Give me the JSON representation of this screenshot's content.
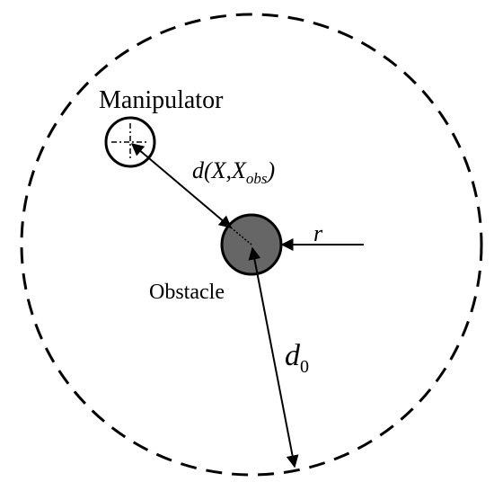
{
  "labels": {
    "manipulator": "Manipulator",
    "distance": {
      "base": "d(X,X",
      "subscript": "obs",
      "suffix": ")"
    },
    "radius": "r",
    "obstacle": "Obstacle",
    "influence": {
      "base": "d",
      "subscript": "0"
    }
  },
  "colors": {
    "obstacle_fill": "#666666",
    "outline": "#000000",
    "background": "#ffffff"
  }
}
